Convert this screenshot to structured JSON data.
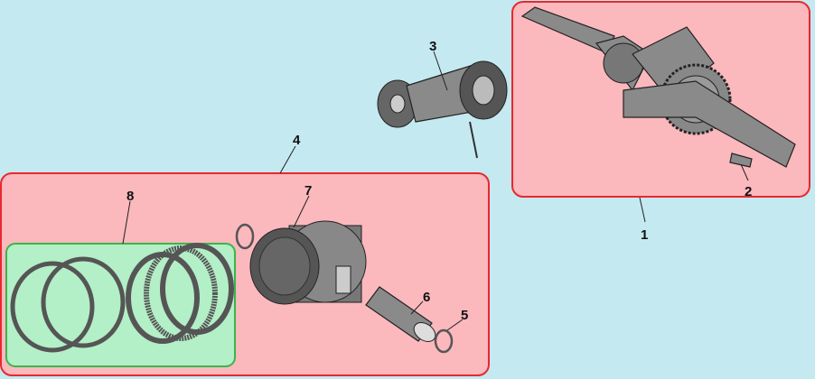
{
  "diagram": {
    "background_color": "#c4e9f1",
    "group_fill_red": "#fbb8bd",
    "group_border_red": "#e8282e",
    "group_fill_green": "#b3efc7",
    "group_border_green": "#3cb44a",
    "callouts": [
      {
        "id": "1",
        "label": "1",
        "part": "crankshaft"
      },
      {
        "id": "2",
        "label": "2",
        "part": "key"
      },
      {
        "id": "3",
        "label": "3",
        "part": "connecting-rod"
      },
      {
        "id": "4",
        "label": "4",
        "part": "piston-assembly"
      },
      {
        "id": "5",
        "label": "5",
        "part": "circlip"
      },
      {
        "id": "6",
        "label": "6",
        "part": "piston-pin"
      },
      {
        "id": "7",
        "label": "7",
        "part": "piston"
      },
      {
        "id": "8",
        "label": "8",
        "part": "piston-ring-set"
      }
    ]
  }
}
